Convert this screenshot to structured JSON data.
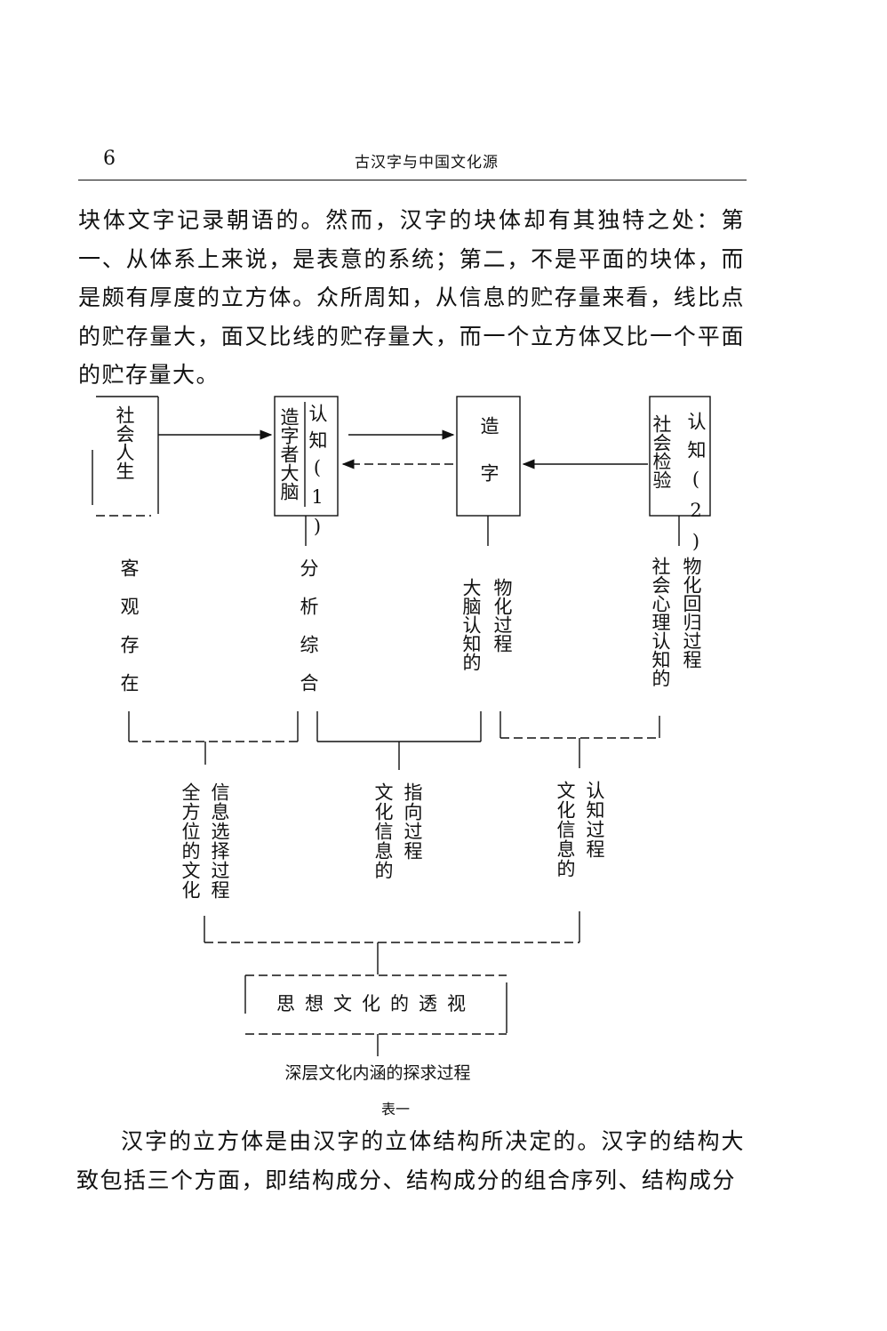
{
  "header": {
    "page_number": "6",
    "running_title": "古汉字与中国文化源"
  },
  "paragraphs": {
    "first": "块体文字记录朝语的。然而，汉字的块体却有其独特之处：第一、从体系上来说，是表意的系统；第二，不是平面的块体，而是颇有厚度的立方体。众所周知，从信息的贮存量来看，线比点的贮存量大，面又比线的贮存量大，而一个立方体又比一个平面的贮存量大。",
    "second": "汉字的立方体是由汉字的立体结构所决定的。汉字的结构大致包括三个方面，即结构成分、结构成分的组合序列、结构成分"
  },
  "diagram": {
    "boxes": {
      "social_life": "社会人生",
      "cognition1_left": "造字者大脑",
      "cognition1_right": "认知(1)",
      "create_char": "造字",
      "cognition2_left": "社会检验",
      "cognition2_right": "认知(2)"
    },
    "stage1": {
      "objective": "客观存在",
      "analysis": "分析综合",
      "materialize_left": "大脑认知的",
      "materialize_right": "物化过程",
      "feedback_left": "社会心理认知的",
      "feedback_right": "物化回归过程"
    },
    "stage2": {
      "selection_left": "全方位的文化",
      "selection_right": "信息选择过程",
      "pointing_left": "文化信息的",
      "pointing_right": "指向过程",
      "recognition_left": "文化信息的",
      "recognition_right": "认知过程"
    },
    "result_box": "思想文化的透视",
    "process_caption": "深层文化内涵的探求过程",
    "table_caption": "表一"
  }
}
